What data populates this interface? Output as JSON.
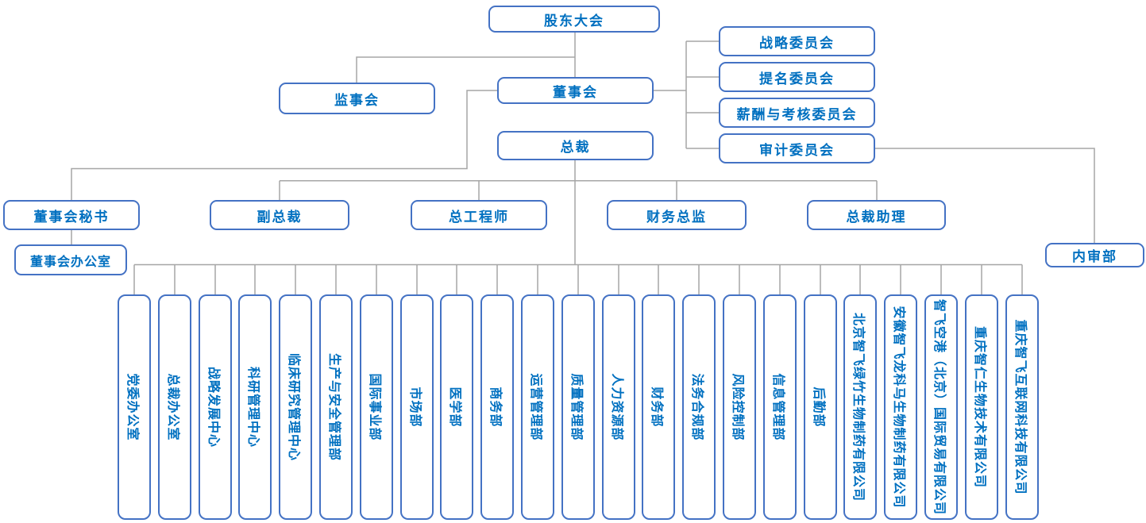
{
  "org": {
    "shareholders_meeting": "股东大会",
    "supervisory_board": "监事会",
    "board_of_directors": "董事会",
    "committees": [
      "战略委员会",
      "提名委员会",
      "薪酬与考核委员会",
      "审计委员会"
    ],
    "president": "总裁",
    "executives": [
      "董事会秘书",
      "副总裁",
      "总工程师",
      "财务总监",
      "总裁助理"
    ],
    "board_office": "董事会办公室",
    "internal_audit_dept": "内审部",
    "departments": [
      "党委办公室",
      "总裁办公室",
      "战略发展中心",
      "科研管理中心",
      "临床研究管理中心",
      "生产与安全管理部",
      "国际事业部",
      "市场部",
      "医学部",
      "商务部",
      "运营管理部",
      "质量管理部",
      "人力资源部",
      "财务部",
      "法务合规部",
      "风险控制部",
      "信息管理部",
      "后勤部"
    ],
    "subsidiaries": [
      "北京智飞绿竹生物制药有限公司",
      "安徽智飞龙科马生物制药有限公司",
      "智飞空港（北京）国际贸易有限公司",
      "重庆智仁生物技术有限公司",
      "重庆智飞互联网科技有限公司"
    ]
  },
  "style": {
    "node_border_color": "#4472C4",
    "node_text_color": "#0070C0",
    "connector_color": "#A6A6A6",
    "background_color": "#FFFFFF"
  }
}
